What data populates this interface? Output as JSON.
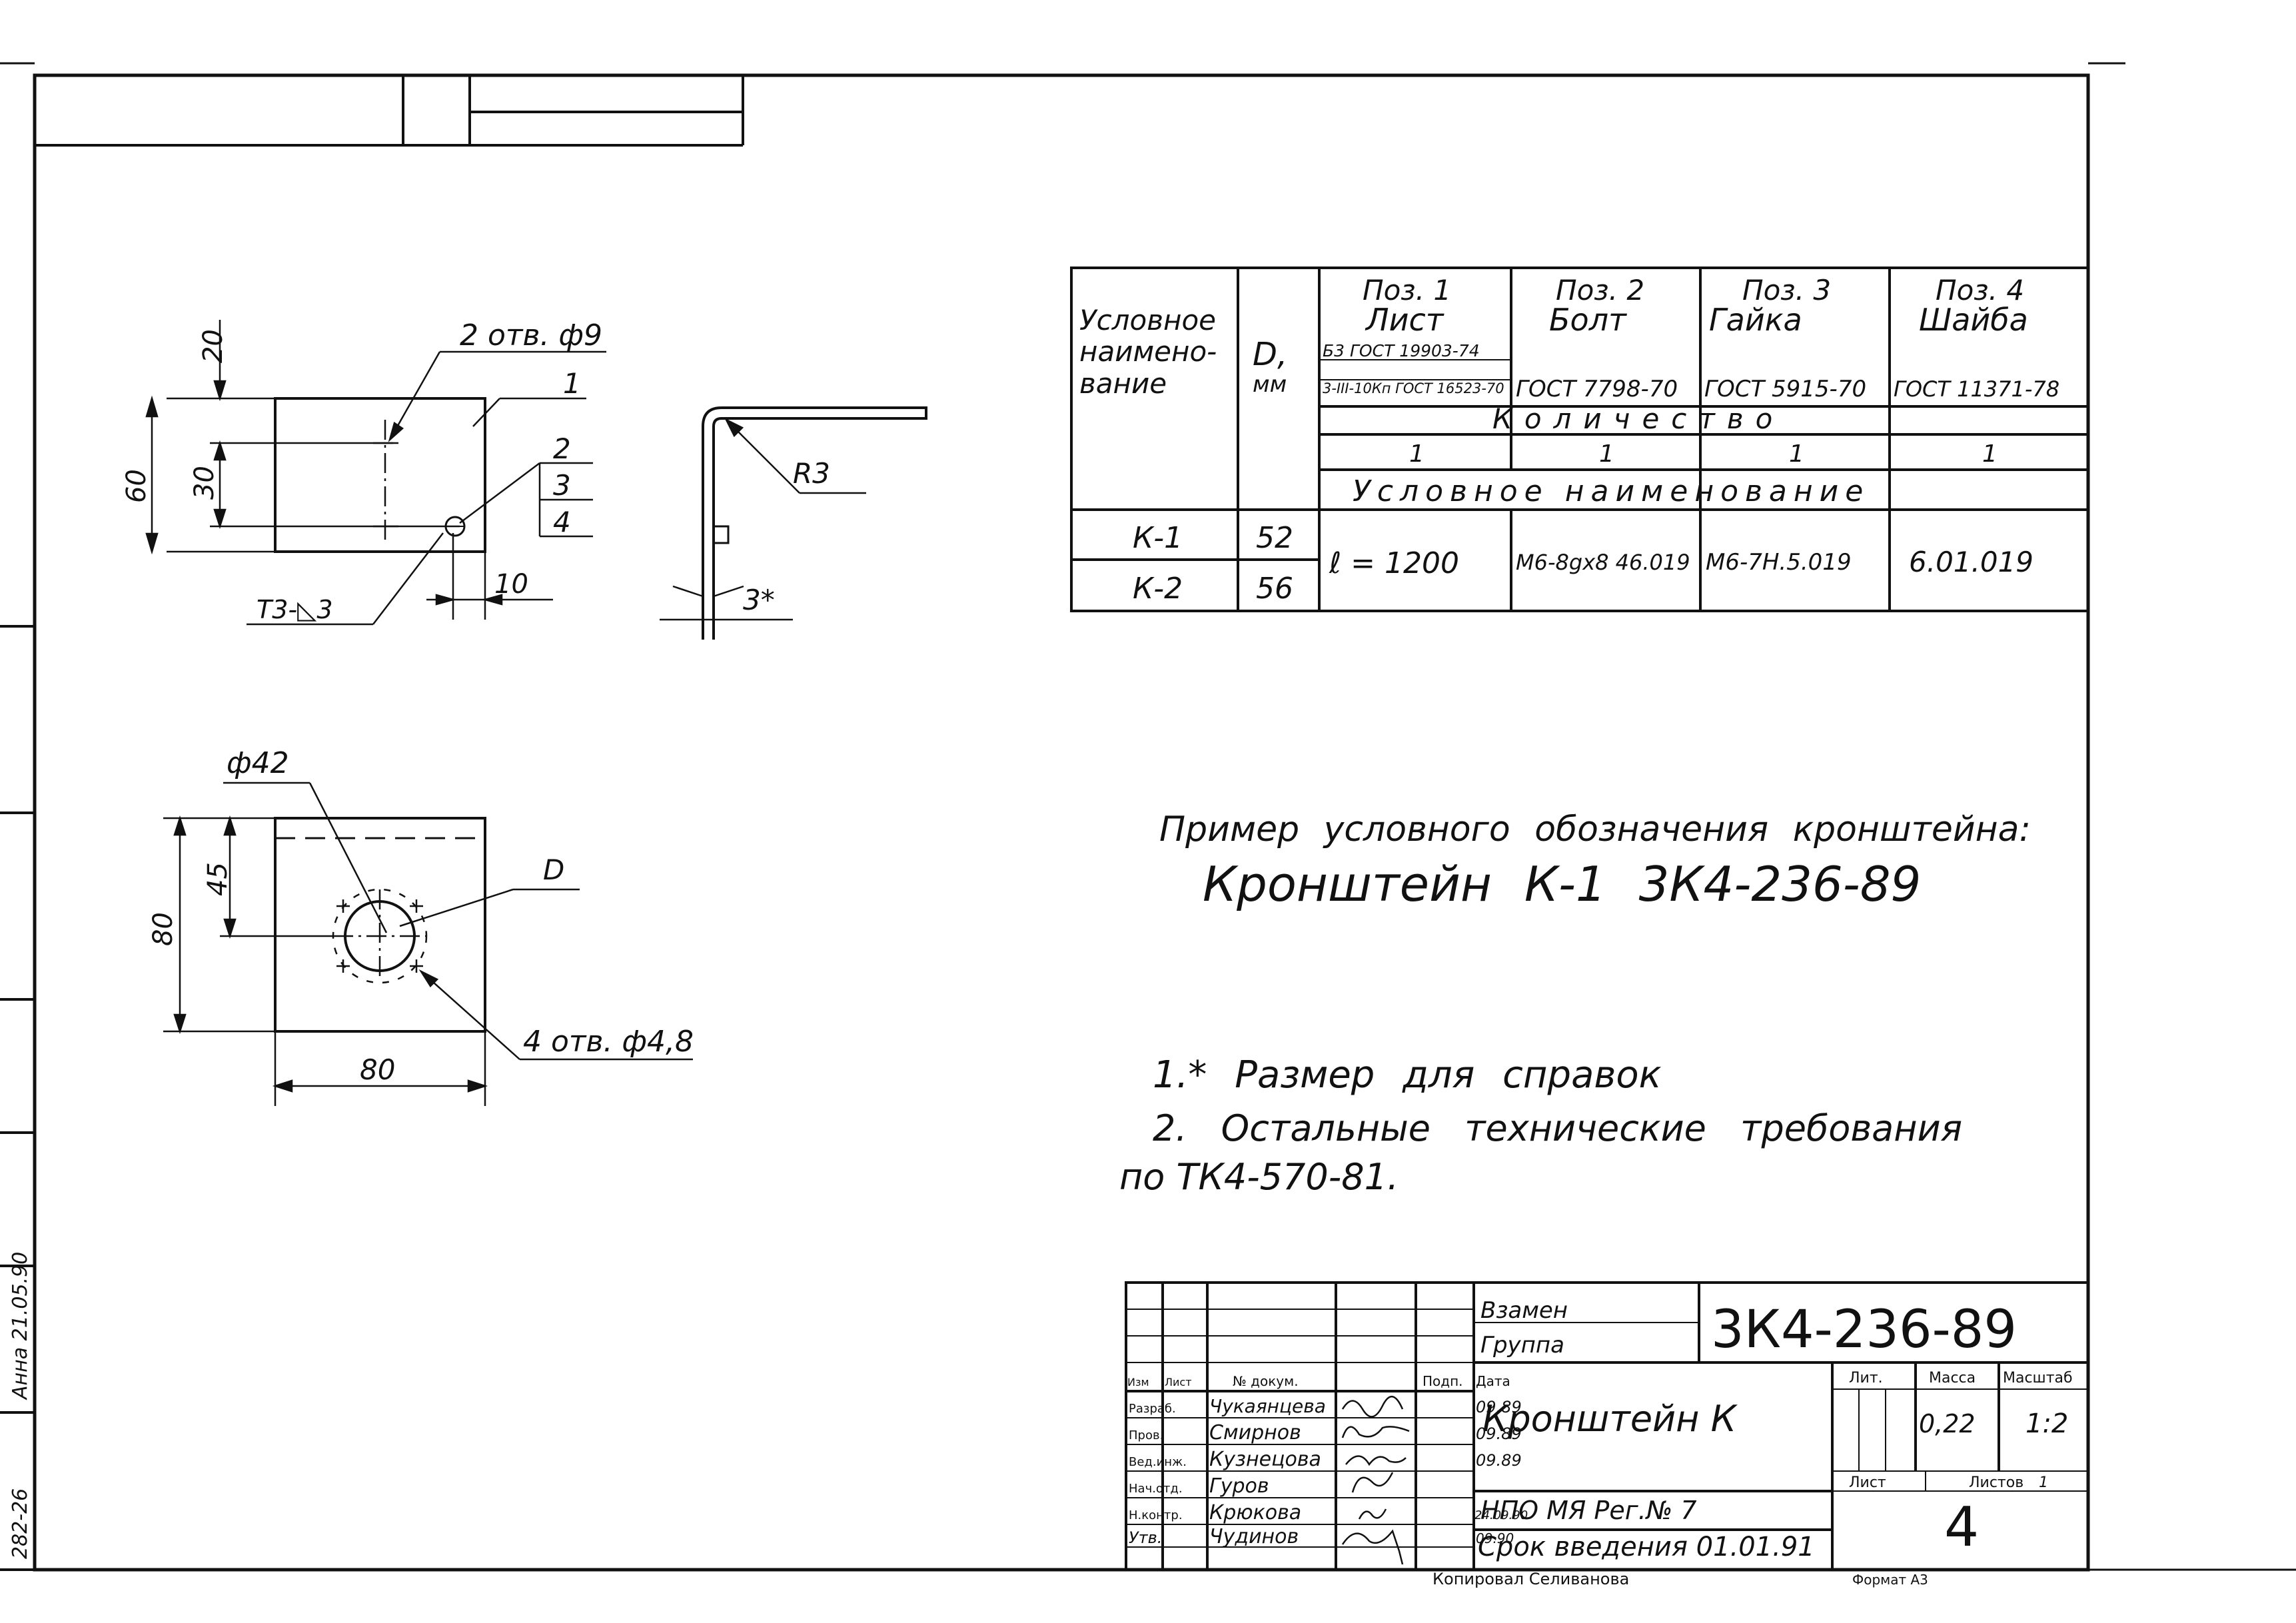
{
  "top_stamp": {
    "cells": [
      "",
      ""
    ]
  },
  "left_strip": {
    "text1": "Анна 21.05.90",
    "text2": "282-26"
  },
  "parts_table": {
    "col_name_header": "Условное наимено- вание",
    "col_name_header_lines": [
      "Условное",
      "наимено-",
      "вание"
    ],
    "col_d_header_lines": [
      "D,",
      "мм"
    ],
    "pos1": {
      "title": "Поз. 1",
      "name": "Лист",
      "std1": "Б3 ГОСТ 19903-74",
      "std2": "3-III-10Кп ГОСТ 16523-70"
    },
    "pos2": {
      "title": "Поз. 2",
      "name": "Болт",
      "std": "ГОСТ 7798-70"
    },
    "pos3": {
      "title": "Поз. 3",
      "name": "Гайка",
      "std": "ГОСТ 5915-70"
    },
    "pos4": {
      "title": "Поз. 4",
      "name": "Шайба",
      "std": "ГОСТ 11371-78"
    },
    "quantity_label": "Количество",
    "quantities": [
      "1",
      "1",
      "1",
      "1"
    ],
    "designation_label": "Условное наименование",
    "rows": [
      {
        "name": "К-1",
        "d": "52"
      },
      {
        "name": "К-2",
        "d": "56"
      }
    ],
    "pos1_value": "ℓ = 1200",
    "pos2_value": "М6-8gх8 46.019",
    "pos3_value": "М6-7Н.5.019",
    "pos4_value": "6.01.019"
  },
  "drawing_top": {
    "dim_20": "20",
    "dim_60": "60",
    "dim_30": "30",
    "dim_10": "10",
    "holes": "2 отв. ф9",
    "leader1": "1",
    "leader2": "2",
    "leader3": "3",
    "leader4": "4",
    "weld": "Т3-◺3",
    "radius": "R3",
    "ref": "3*"
  },
  "drawing_bottom": {
    "dim_phi42": "ф42",
    "dim_45": "45",
    "dim_80v": "80",
    "dim_80h": "80",
    "d_label": "D",
    "holes": "4 отв. ф4,8"
  },
  "example": {
    "line1": "Пример условного обозначения кронштейна:",
    "line2": "Кронштейн К-1 3К4-236-89"
  },
  "notes": {
    "note1": "1.* Размер для справок",
    "note2a": "2. Остальные технические требования",
    "note2b": "по ТК4-570-81."
  },
  "title_block": {
    "replaces": "Взамен",
    "group": "Группа",
    "code": "3К4-236-89",
    "name": "Кронштейн К",
    "lit_label": "Лит.",
    "mass_label": "Масса",
    "scale_label": "Масштаб",
    "mass": "0,22",
    "scale": "1:2",
    "sheet_label": "Лист",
    "sheets_label": "Листов",
    "sheets": "1",
    "org": "НПО МЯ Рег.№ 7",
    "date_intro": "Срок введения 01.01.91",
    "sheet_no": "4",
    "header_cols": [
      "Изм",
      "Лист",
      "№ докум.",
      "Подп.",
      "Дата"
    ],
    "people": [
      {
        "role": "Разраб.",
        "name": "Чукаянцева",
        "date": "09.89"
      },
      {
        "role": "Пров.",
        "name": "Смирнов",
        "date": "09.89"
      },
      {
        "role": "Вед.инж.",
        "name": "Кузнецова",
        "date": "09.89"
      },
      {
        "role": "Нач.отд.",
        "name": "Гуров",
        "date": ""
      },
      {
        "role": "Н.контр.",
        "name": "Крюкова",
        "date": "24.09.90"
      },
      {
        "role": "Утв.",
        "name": "Чудинов",
        "date": "09.90"
      }
    ],
    "copied": "Копировал Селиванова",
    "format": "Формат А3"
  }
}
